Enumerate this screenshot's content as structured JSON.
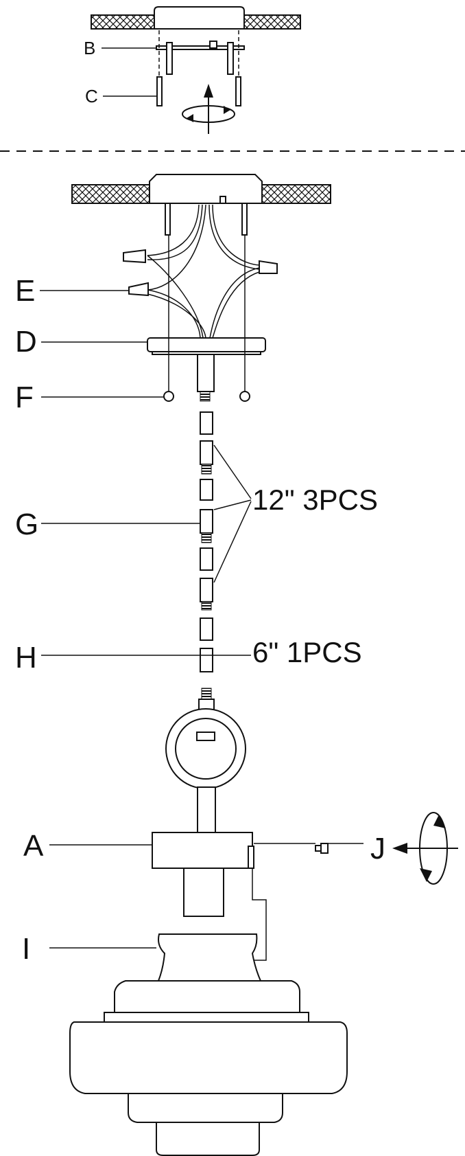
{
  "labels": {
    "A": "A",
    "B": "B",
    "C": "C",
    "D": "D",
    "E": "E",
    "F": "F",
    "G": "G",
    "H": "H",
    "I": "I",
    "J": "J"
  },
  "notes": {
    "g_quantity": "12\" 3PCS",
    "h_quantity": "6\" 1PCS"
  }
}
